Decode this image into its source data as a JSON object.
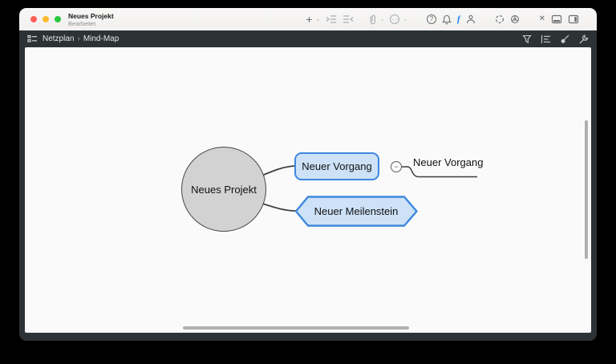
{
  "window": {
    "title": "Neues Projekt",
    "subtitle": "Bearbeitet"
  },
  "titlebar_icons": {
    "add": "+",
    "chevron": "⌄",
    "more_dots": "⋯",
    "help": "?",
    "flash": "f",
    "cut": "✕"
  },
  "viewbar": {
    "breadcrumb": [
      "Netzplan",
      "Mind-Map"
    ],
    "separator": "›"
  },
  "mindmap": {
    "root_label": "Neues Projekt",
    "task_label": "Neuer Vorgang",
    "milestone_label": "Neuer Meilenstein",
    "collapsed_child_label": "Neuer Vorgang",
    "collapse_glyph": "−"
  },
  "colors": {
    "chrome": "#2c3335",
    "canvas": "#fafafa",
    "node_fill": "#cde2f7",
    "node_border": "#3e88de",
    "root_fill": "#d2d2d2",
    "flash_accent": "#157efb"
  }
}
